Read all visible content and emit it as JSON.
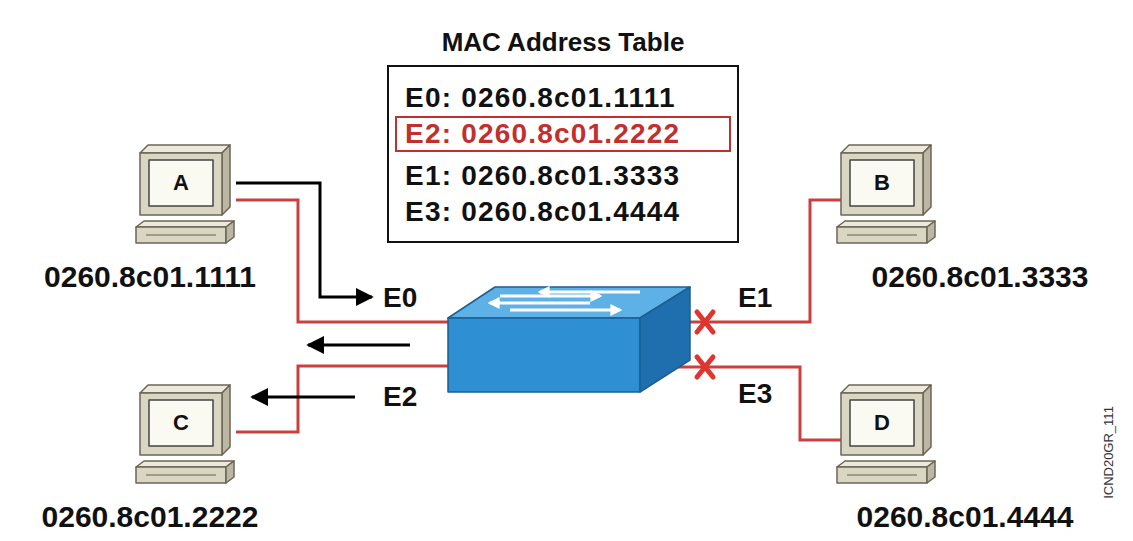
{
  "diagram": {
    "nodes": [
      {
        "text": [
          "MAC Address Table",
          "E0: 0260.8c01.1111",
          "E2: 0260.8c01.2222",
          "E1: 0260.8c01.3333",
          "E3: 0260.8c01.4444"
        ]
      },
      {
        "text": [
          "A",
          "0260.8c01.1111"
        ]
      },
      {
        "text": [
          "B",
          "0260.8c01.3333"
        ]
      },
      {
        "text": [
          "C",
          "0260.8c01.2222"
        ]
      },
      {
        "text": [
          "D",
          "0260.8c01.4444"
        ]
      }
    ],
    "labels": [
      "E0",
      "E1",
      "E2",
      "E3",
      "ICND20GR_111"
    ]
  }
}
